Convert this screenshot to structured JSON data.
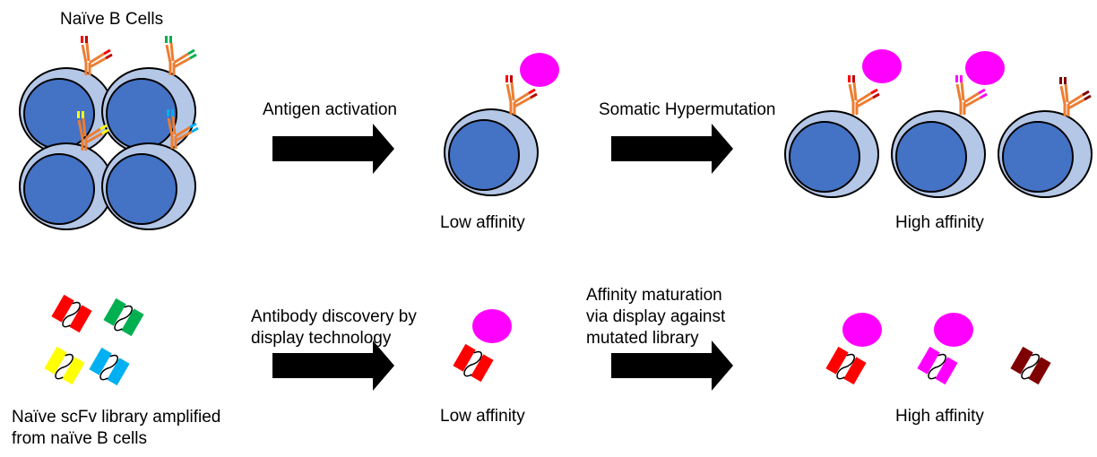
{
  "colors": {
    "cell_outer": "#b4c7e7",
    "cell_inner": "#4472c4",
    "cell_stroke": "#000000",
    "antibody_orange": "#ed7d31",
    "antigen": "#ff00ff",
    "arrow": "#000000",
    "red": "#ff0000",
    "green": "#00b050",
    "yellow": "#ffff00",
    "cyan": "#00b0f0",
    "magenta": "#ff00ff",
    "darkred": "#7f0000",
    "mid_red": "#c00000"
  },
  "top_row": {
    "naive_title": "Naïve B Cells",
    "step1_label": "Antigen activation",
    "step1_result": "Low affinity",
    "step2_label": "Somatic Hypermutation",
    "step2_result": "High affinity"
  },
  "bottom_row": {
    "library_caption_line1": "Naïve scFv library amplified",
    "library_caption_line2": "from naïve B cells",
    "step1_label_line1": "Antibody discovery by",
    "step1_label_line2": "display technology",
    "step1_result": "Low affinity",
    "step2_label_line1": "Affinity maturation",
    "step2_label_line2": "via display against",
    "step2_label_line3": "mutated library",
    "step2_result": "High affinity"
  }
}
